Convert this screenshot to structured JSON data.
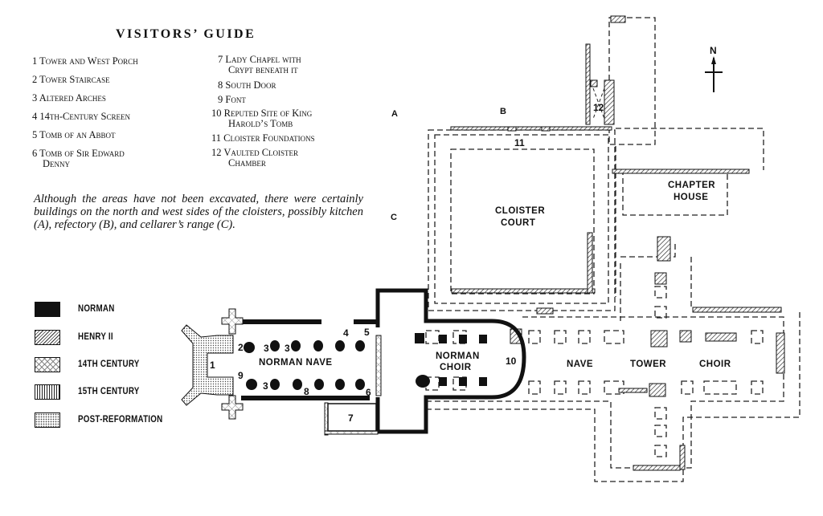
{
  "guide": {
    "title": "VISITORS’ GUIDE",
    "items": [
      {
        "num": "1",
        "label": "Tower and West Porch"
      },
      {
        "num": "2",
        "label": "Tower Staircase"
      },
      {
        "num": "3",
        "label": "Altered Arches"
      },
      {
        "num": "4",
        "label": "14th-Century Screen"
      },
      {
        "num": "5",
        "label": "Tomb of an Abbot"
      },
      {
        "num": "6",
        "label": "Tomb of Sir Edward",
        "label2": "Denny"
      },
      {
        "num": "7",
        "label": "Lady Chapel with",
        "label2": "Crypt beneath it"
      },
      {
        "num": "8",
        "label": "South Door"
      },
      {
        "num": "9",
        "label": "Font"
      },
      {
        "num": "10",
        "label": "Reputed Site of King",
        "label2": "Harold’s Tomb"
      },
      {
        "num": "11",
        "label": "Cloister Foundations"
      },
      {
        "num": "12",
        "label": "Vaulted Cloister",
        "label2": "Chamber"
      }
    ]
  },
  "note": "Although the areas have not been excavated, there were certainly buildings on the north and west sides of the cloisters, possibly kitchen (A), refectory (B), and cellarer’s range (C).",
  "legend": [
    {
      "label": "NORMAN",
      "pattern": "solid"
    },
    {
      "label": "HENRY II",
      "pattern": "diagonal-hatch"
    },
    {
      "label": "14TH CENTURY",
      "pattern": "cross-hatch"
    },
    {
      "label": "15TH CENTURY",
      "pattern": "vertical-lines"
    },
    {
      "label": "POST-REFORMATION",
      "pattern": "dots"
    }
  ],
  "plan": {
    "labels": {
      "norman_nave": "NORMAN NAVE",
      "norman_choir_1": "NORMAN",
      "norman_choir_2": "CHOIR",
      "cloister_1": "CLOISTER",
      "cloister_2": "COURT",
      "chapter_1": "CHAPTER",
      "chapter_2": "HOUSE",
      "nave": "NAVE",
      "tower": "TOWER",
      "choir": "CHOIR",
      "north": "N"
    },
    "areas": {
      "a": "A",
      "b": "B",
      "c": "C"
    },
    "markers": {
      "m1": "1",
      "m2": "2",
      "m3a": "3",
      "m3b": "3",
      "m3c": "3",
      "m4": "4",
      "m5": "5",
      "m6": "6",
      "m7": "7",
      "m8": "8",
      "m9": "9",
      "m10": "10",
      "m11": "11",
      "m12": "12"
    }
  }
}
